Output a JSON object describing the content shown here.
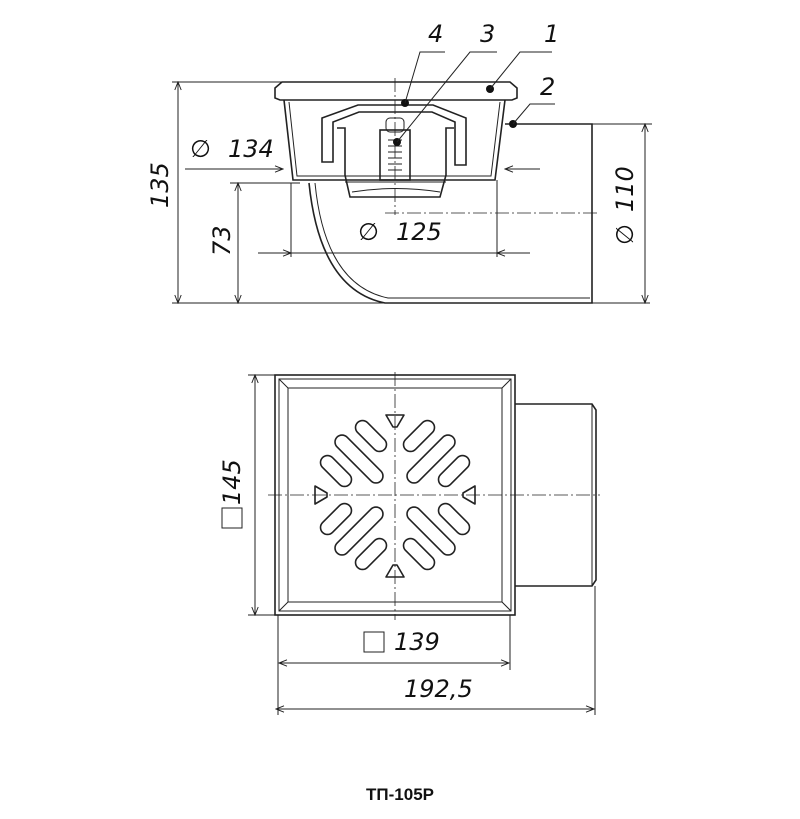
{
  "title": "ТП-105Р",
  "side_view": {
    "callouts": [
      "4",
      "3",
      "1",
      "2"
    ],
    "dimensions": {
      "overall_height": "135",
      "body_diameter": "134",
      "outlet_height": "73",
      "bottom_diameter": "125",
      "outlet_diameter": "110"
    },
    "diameter_symbol": "∅"
  },
  "top_view": {
    "dimensions": {
      "square_outer": "145",
      "square_inner": "139",
      "total_length": "192,5"
    },
    "square_symbol": "□"
  }
}
